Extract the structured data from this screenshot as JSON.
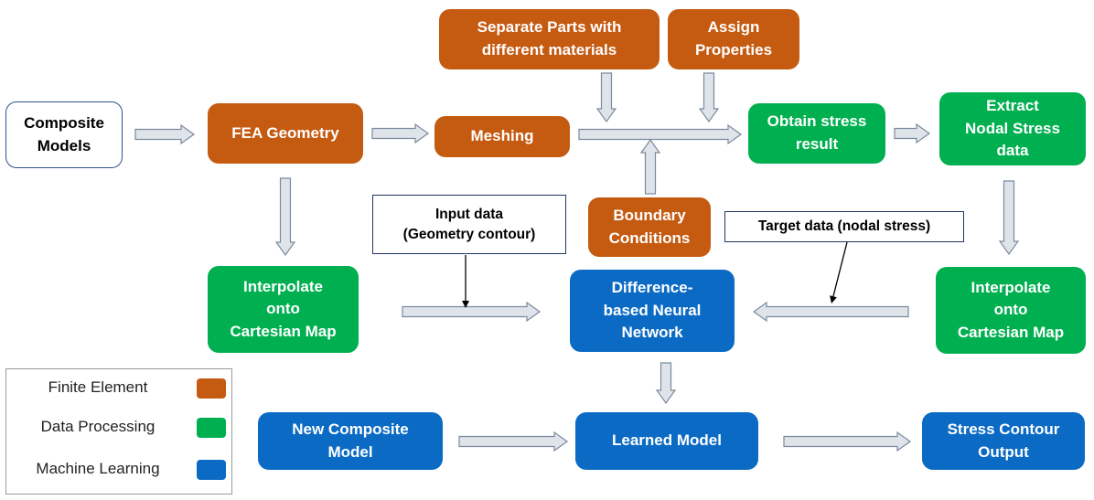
{
  "colors": {
    "finite_element": "#c55a11",
    "data_processing": "#00b050",
    "machine_learning": "#0b6bc4",
    "arrow_fill": "#dfe3ea",
    "arrow_stroke": "#7a8a9e"
  },
  "nodes": {
    "composite_models": "Composite\nModels",
    "fea_geometry": "FEA Geometry",
    "meshing": "Meshing",
    "separate_parts": "Separate Parts with\ndifferent materials",
    "assign_properties": "Assign\nProperties",
    "obtain_stress": "Obtain stress\nresult",
    "extract_nodal": "Extract\nNodal Stress\ndata",
    "boundary_conditions": "Boundary\nConditions",
    "interpolate_left": "Interpolate\nonto\nCartesian Map",
    "neural_network": "Difference-\nbased Neural\nNetwork",
    "interpolate_right": "Interpolate\nonto\nCartesian Map",
    "new_composite": "New Composite\nModel",
    "learned_model": "Learned Model",
    "stress_contour": "Stress Contour\nOutput"
  },
  "notes": {
    "input_data": "Input data\n(Geometry contour)",
    "target_data": "Target data (nodal stress)"
  },
  "legend": {
    "items": [
      {
        "label": "Finite Element",
        "color": "#c55a11"
      },
      {
        "label": "Data Processing",
        "color": "#00b050"
      },
      {
        "label": "Machine Learning",
        "color": "#0b6bc4"
      }
    ]
  }
}
